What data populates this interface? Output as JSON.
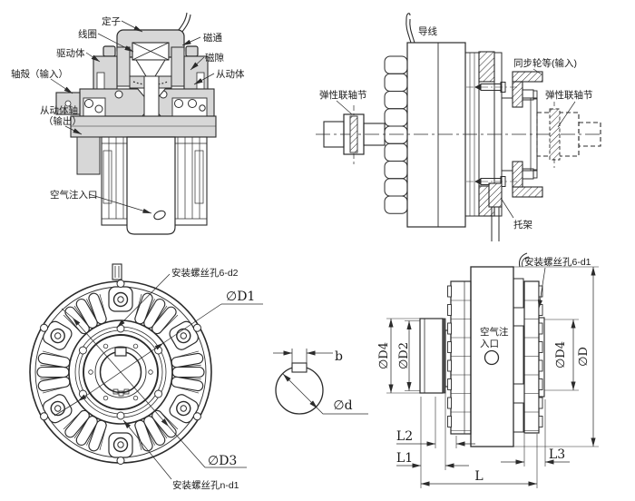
{
  "drawing": {
    "background": "#ffffff",
    "line_color": "#2b2b2b",
    "section_fill": "#d7d7d7"
  },
  "section_view": {
    "labels": {
      "stator": "定子",
      "coil": "线圈",
      "flux": "磁通",
      "driver": "驱动体",
      "magnetic_gap": "磁隙",
      "shaft_housing_input": "轴殻（输入）",
      "follower": "从动体",
      "follower_shaft": "从动体轴",
      "follower_shaft_output": "（输出）",
      "air_inlet": "空气注入口"
    }
  },
  "install_view": {
    "labels": {
      "lead_wire": "导线",
      "sync_wheel_input": "同步轮等(输入)",
      "elastic_coupling_left": "弹性联轴节",
      "elastic_coupling_right": "弹性联轴节",
      "bracket": "托架"
    }
  },
  "front_view": {
    "labels": {
      "mount_holes_6_d2": "安装螺丝孔6-d2",
      "dia_d1": "∅D1",
      "dia_d3": "∅D3",
      "mount_holes_n_d1": "安装螺丝孔n-d1"
    }
  },
  "shaft_detail": {
    "labels": {
      "key_width": "b",
      "shaft_dia": "∅d"
    }
  },
  "dim_view": {
    "labels": {
      "mount_holes_6_d1": "安装螺丝孔6-d1",
      "air_inlet_line1": "空气注",
      "air_inlet_line2": "入口",
      "dia_d4_left": "∅D4",
      "dia_d2": "∅D2",
      "dia_d4_right": "∅D4",
      "dia_d": "∅D",
      "len_l2": "L2",
      "len_l1": "L1",
      "len_l3": "L3",
      "len_l": "L"
    }
  }
}
